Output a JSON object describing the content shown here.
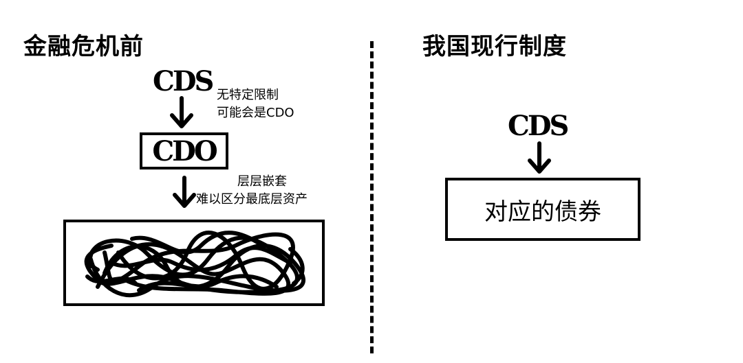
{
  "left": {
    "title": "金融危机前",
    "top_node": "CDS",
    "note_1": [
      "无特定限制",
      "可能会是CDO"
    ],
    "middle_node": "CDO",
    "note_2": [
      "层层嵌套",
      "难以区分最底层资产"
    ]
  },
  "right": {
    "title": "我国现行制度",
    "top_node": "CDS",
    "bottom_node": "对应的债券"
  },
  "icons": {
    "arrow": "arrow-down-icon",
    "scribble": "tangled-scribble-icon"
  }
}
